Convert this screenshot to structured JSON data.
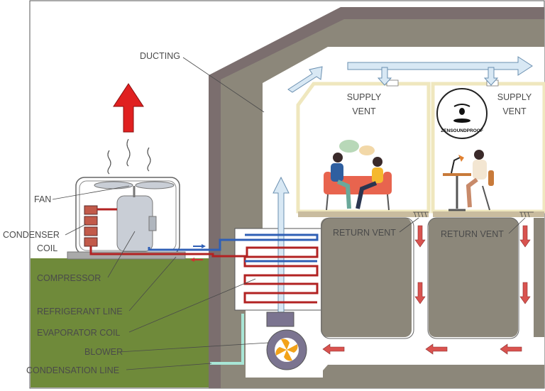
{
  "labels": {
    "ducting": "DUCTING",
    "supply_vent_1_line1": "SUPPLY",
    "supply_vent_1_line2": "VENT",
    "supply_vent_2_line1": "SUPPLY",
    "supply_vent_2_line2": "VENT",
    "return_vent_1": "RETURN VENT",
    "return_vent_2": "RETURN VENT",
    "fan": "FAN",
    "condenser_line1": "CONDENSER",
    "condenser_line2": "COIL",
    "compressor": "COMPRESSOR",
    "refrigerant_line": "REFRIGERANT LINE",
    "evaporator_coil": "EVAPORATOR COIL",
    "blower": "BLOWER",
    "condensation_line": "CONDENSATION LINE"
  },
  "logo": {
    "text": "ZENSOUNDPROOF"
  },
  "colors": {
    "ground_green": "#6f8a3a",
    "wall_gray": "#8a8576",
    "outer_wall": "#7a6f6f",
    "duct_white": "#ffffff",
    "room_fill": "#ffffff",
    "room_border": "#f2ecc4",
    "floor": "#c8bba0",
    "supply_air": "#d8e8f4",
    "return_arrow": "#d9534f",
    "hot_line": "#b22222",
    "cold_line": "#2f5fb5",
    "exhaust_arrow": "#e02020",
    "condensation": "#a8e6d6",
    "blower_fan": "#f2a21a"
  }
}
